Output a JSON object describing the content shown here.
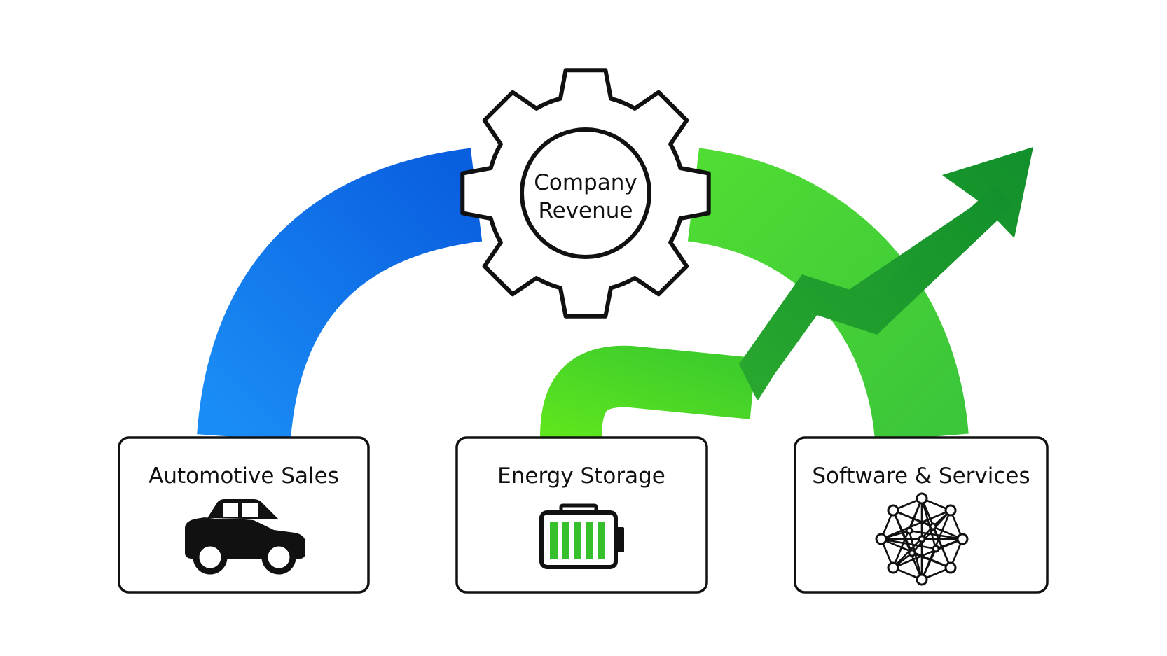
{
  "hub": {
    "line1": "Company",
    "line2": "Revenue"
  },
  "sources": [
    {
      "label": "Automotive Sales",
      "icon": "car-icon",
      "color": "#1577f0"
    },
    {
      "label": "Energy Storage",
      "icon": "battery-icon",
      "color": "#46d431"
    },
    {
      "label": "Software & Services",
      "icon": "network-icon",
      "color": "#3fcc3c"
    }
  ],
  "colors": {
    "automotive_flow": "#1577f0",
    "energy_flow": "#52dd2a",
    "software_flow": "#3fcc3c",
    "growth_arrow": "#1e9a2b",
    "battery_cells": "#35c02c",
    "outline": "#111111"
  }
}
